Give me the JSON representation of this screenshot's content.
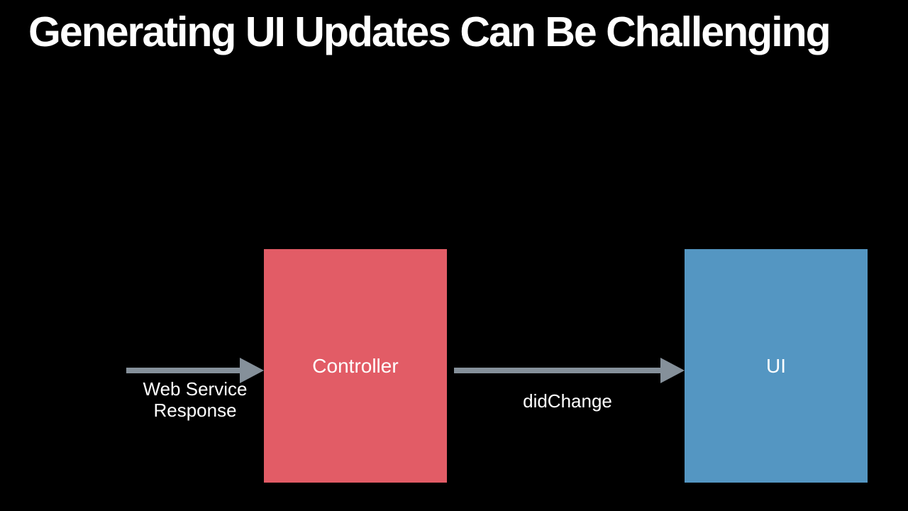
{
  "slide": {
    "title": "Generating UI Updates Can Be Challenging",
    "background_color": "#000000",
    "title_color": "#FFFFFF",
    "arrow_color": "#85909A",
    "diagram": {
      "nodes": [
        {
          "id": "controller",
          "label": "Controller",
          "color": "#E25C66",
          "text_color": "#FFFFFF"
        },
        {
          "id": "ui",
          "label": "UI",
          "color": "#5496C2",
          "text_color": "#FFFFFF"
        }
      ],
      "flows": [
        {
          "from": "web-service",
          "to": "controller",
          "label": "Web Service\nResponse"
        },
        {
          "from": "controller",
          "to": "ui",
          "label": "didChange"
        }
      ]
    }
  }
}
